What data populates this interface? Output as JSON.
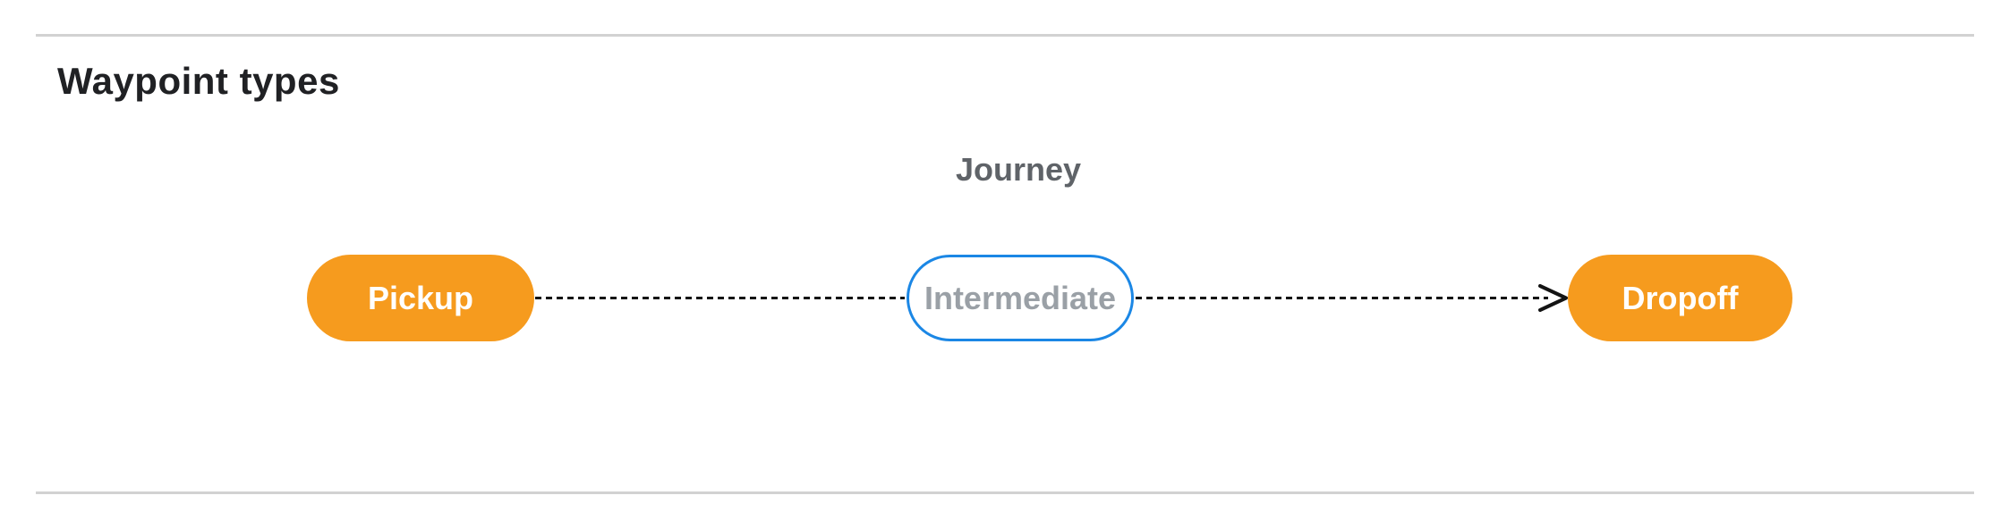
{
  "section": {
    "title": "Waypoint types"
  },
  "diagram": {
    "title": "Journey",
    "nodes": [
      {
        "label": "Pickup",
        "kind": "endpoint"
      },
      {
        "label": "Intermediate",
        "kind": "intermediate"
      },
      {
        "label": "Dropoff",
        "kind": "endpoint"
      }
    ],
    "edges": [
      {
        "from": "Pickup",
        "to": "Intermediate",
        "style": "dashed",
        "arrowhead": false
      },
      {
        "from": "Intermediate",
        "to": "Dropoff",
        "style": "dashed",
        "arrowhead": true
      }
    ],
    "colors": {
      "endpoint_fill": "#F69B1E",
      "endpoint_text": "#FFFFFF",
      "intermediate_border": "#1B87E5",
      "intermediate_text": "#9AA0A6",
      "edge_stroke": "#141414",
      "title_text": "#5F6368",
      "heading_text": "#202124",
      "divider": "#D2D2D2"
    }
  }
}
